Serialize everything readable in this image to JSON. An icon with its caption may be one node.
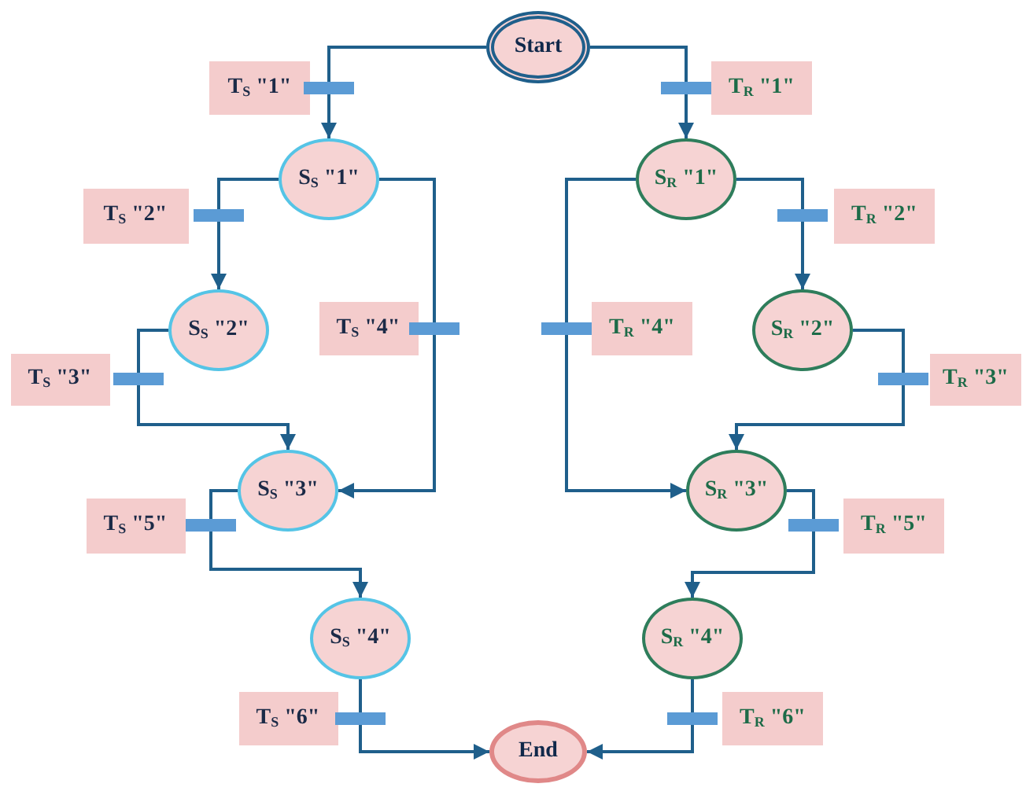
{
  "diagram": {
    "nodes": [
      {
        "text": [
          "Start"
        ]
      },
      {
        "text": [
          "T$_{S}$ \"1\""
        ]
      },
      {
        "text": [],
        "shape": "bar"
      },
      {
        "text": [],
        "shape": "bar"
      },
      {
        "text": [
          "T$_{R}$ \"1\""
        ]
      },
      {
        "text": [
          "S$_{S}$ \"1\""
        ]
      },
      {
        "text": [
          "S$_{R}$ \"1\""
        ]
      },
      {
        "text": [
          "T$_{S}$ \"2\""
        ]
      },
      {
        "text": [],
        "shape": "bar"
      },
      {
        "text": [],
        "shape": "bar"
      },
      {
        "text": [
          "T$_{R}$ \"2\""
        ]
      },
      {
        "text": [
          "S$_{S}$ \"2\""
        ]
      },
      {
        "text": [
          "T$_{S}$ \"4\""
        ]
      },
      {
        "text": [],
        "shape": "bar"
      },
      {
        "text": [],
        "shape": "bar"
      },
      {
        "text": [
          "T$_{R}$ \"4\""
        ]
      },
      {
        "text": [
          "S$_{R}$ \"2\""
        ]
      },
      {
        "text": [
          "T$_{S}$ \"3\""
        ]
      },
      {
        "text": [],
        "shape": "bar"
      },
      {
        "text": [],
        "shape": "bar"
      },
      {
        "text": [
          "T$_{R}$ \"3\""
        ]
      },
      {
        "text": [
          "S$_{S}$ \"3\""
        ]
      },
      {
        "text": [
          "S$_{R}$ \"3\""
        ]
      },
      {
        "text": [
          "T$_{S}$ \"5\""
        ]
      },
      {
        "text": [],
        "shape": "bar"
      },
      {
        "text": [],
        "shape": "bar"
      },
      {
        "text": [
          "T$_{R}$ \"5\""
        ]
      },
      {
        "text": [
          "S$_{S}$ \"4\""
        ]
      },
      {
        "text": [
          "S$_{R}$ \"4\""
        ]
      },
      {
        "text": [
          "T$_{S}$ \"6\""
        ]
      },
      {
        "text": [],
        "shape": "bar"
      },
      {
        "text": [],
        "shape": "bar"
      },
      {
        "text": [
          "T$_{R}$ \"6\""
        ]
      },
      {
        "text": [
          "End"
        ]
      }
    ],
    "edges": [
      {
        "from": 0,
        "to": 2,
        "arrow": "none"
      },
      {
        "from": 2,
        "to": 5,
        "arrow": "to"
      },
      {
        "from": 0,
        "to": 3,
        "arrow": "none"
      },
      {
        "from": 3,
        "to": 6,
        "arrow": "to"
      },
      {
        "from": 5,
        "to": 8,
        "arrow": "none"
      },
      {
        "from": 8,
        "to": 11,
        "arrow": "to"
      },
      {
        "from": 5,
        "to": 13,
        "arrow": "none"
      },
      {
        "from": 13,
        "to": 21,
        "arrow": "to"
      },
      {
        "from": 11,
        "to": 18,
        "arrow": "none"
      },
      {
        "from": 18,
        "to": 21,
        "arrow": "to"
      },
      {
        "from": 6,
        "to": 9,
        "arrow": "none"
      },
      {
        "from": 9,
        "to": 16,
        "arrow": "to"
      },
      {
        "from": 6,
        "to": 14,
        "arrow": "none"
      },
      {
        "from": 14,
        "to": 22,
        "arrow": "to"
      },
      {
        "from": 16,
        "to": 19,
        "arrow": "none"
      },
      {
        "from": 19,
        "to": 22,
        "arrow": "to"
      },
      {
        "from": 21,
        "to": 24,
        "arrow": "none"
      },
      {
        "from": 24,
        "to": 27,
        "arrow": "to"
      },
      {
        "from": 22,
        "to": 25,
        "arrow": "none"
      },
      {
        "from": 25,
        "to": 28,
        "arrow": "to"
      },
      {
        "from": 27,
        "to": 30,
        "arrow": "none"
      },
      {
        "from": 30,
        "to": 33,
        "arrow": "to"
      },
      {
        "from": 28,
        "to": 31,
        "arrow": "none"
      },
      {
        "from": 31,
        "to": 33,
        "arrow": "to"
      }
    ]
  }
}
